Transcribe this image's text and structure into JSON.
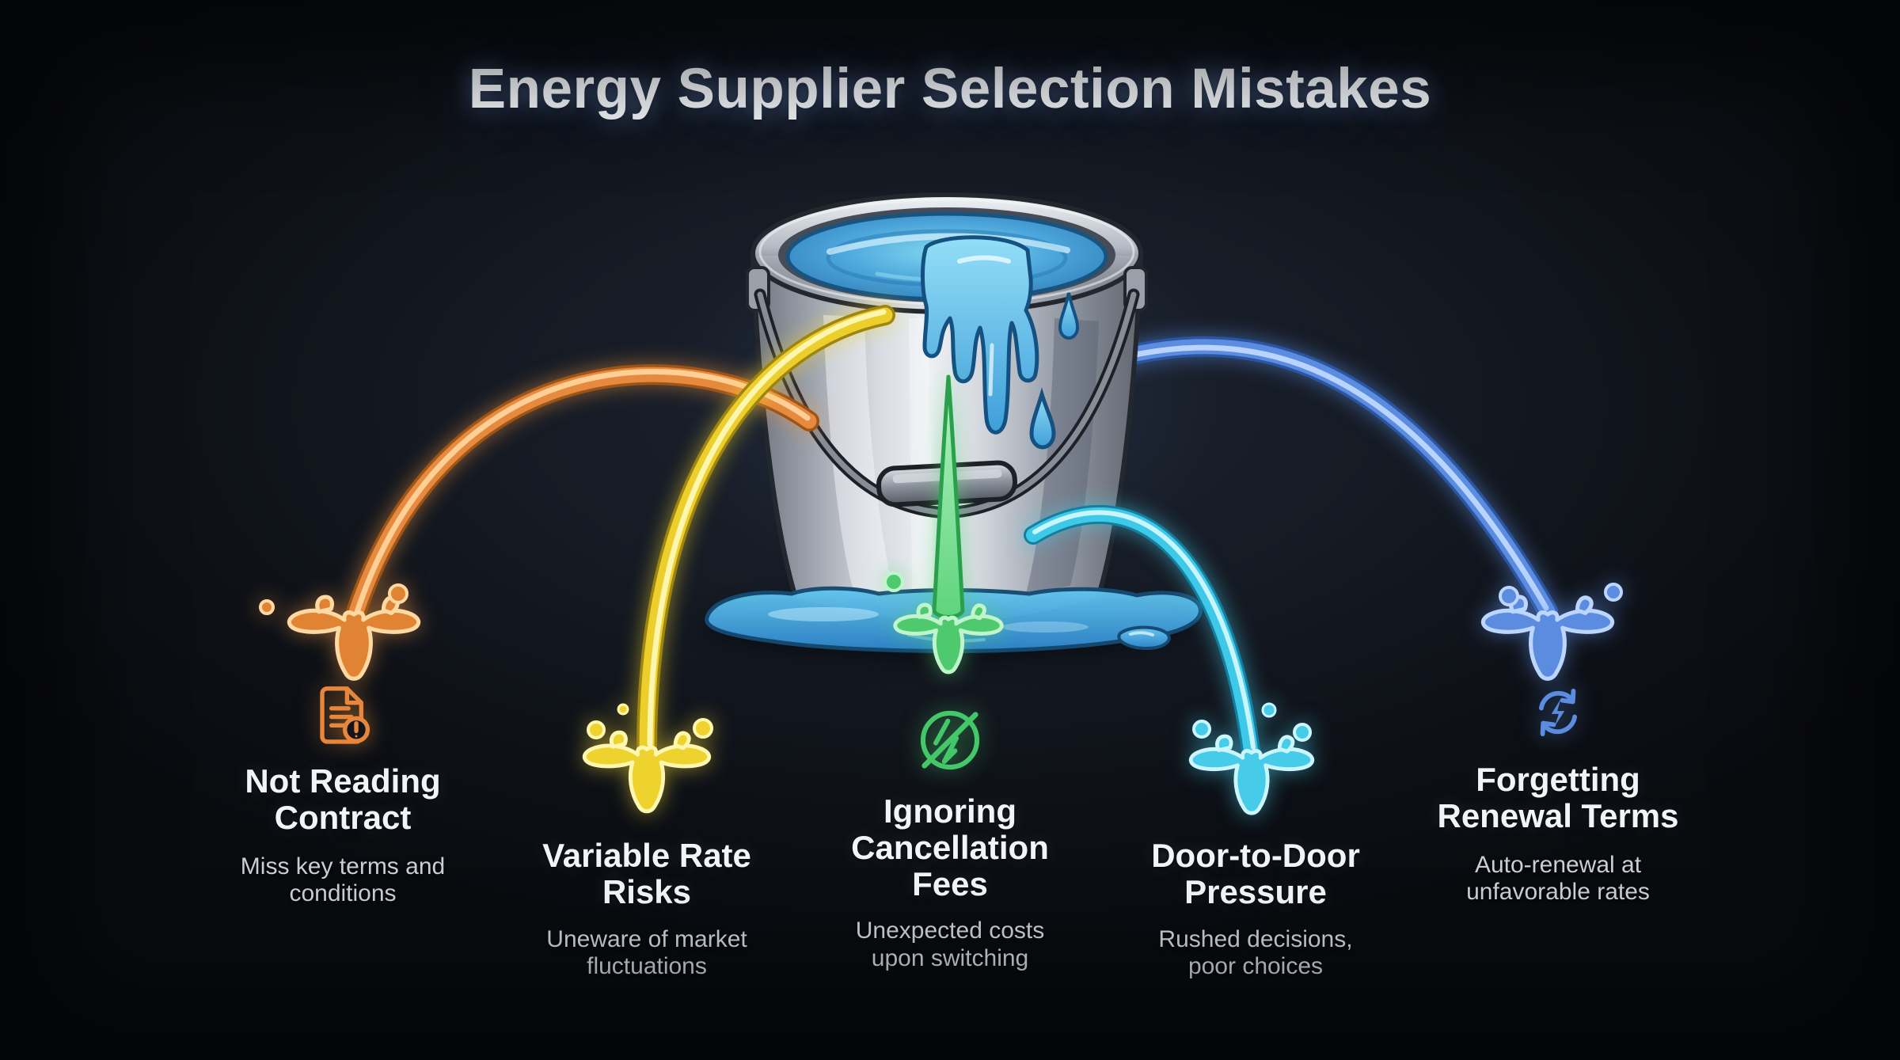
{
  "title": "Energy Supplier Selection Mistakes",
  "illustration": {
    "subject": "overflowing-water-bucket",
    "water_color": "#4fb0e2",
    "bucket_color": "#c3c8d0"
  },
  "mistakes": [
    {
      "id": "not-reading-contract",
      "color": "#e8873c",
      "glow": "rgba(238,150,64,0.55)",
      "icon": "document-alert",
      "heading_lines": [
        "Not Reading",
        "Contract"
      ],
      "desc_lines": [
        "Miss key terms and",
        "conditions"
      ]
    },
    {
      "id": "variable-rate-risks",
      "color": "#eccf2d",
      "glow": "rgba(240,214,50,0.55)",
      "icon": null,
      "heading_lines": [
        "Variable Rate",
        "Risks"
      ],
      "desc_lines": [
        "Uneware of market",
        "fluctuations"
      ]
    },
    {
      "id": "ignoring-cancellation-fees",
      "color": "#43c768",
      "glow": "rgba(80,210,115,0.55)",
      "icon": "cancellation-fees-slash",
      "heading_lines": [
        "Ignoring",
        "Cancellation",
        "Fees"
      ],
      "desc_lines": [
        "Unexpected costs",
        "upon switching"
      ]
    },
    {
      "id": "door-to-door-pressure",
      "color": "#3fc9e8",
      "glow": "rgba(70,205,235,0.55)",
      "icon": null,
      "heading_lines": [
        "Door-to-Door",
        "Pressure"
      ],
      "desc_lines": [
        "Rushed decisions,",
        "poor choices"
      ]
    },
    {
      "id": "forgetting-renewal-terms",
      "color": "#5b8ce0",
      "glow": "rgba(95,145,235,0.55)",
      "icon": "auto-renewal-bolt",
      "heading_lines": [
        "Forgetting",
        "Renewal Terms"
      ],
      "desc_lines": [
        "Auto-renewal at",
        "unfavorable rates"
      ]
    }
  ]
}
